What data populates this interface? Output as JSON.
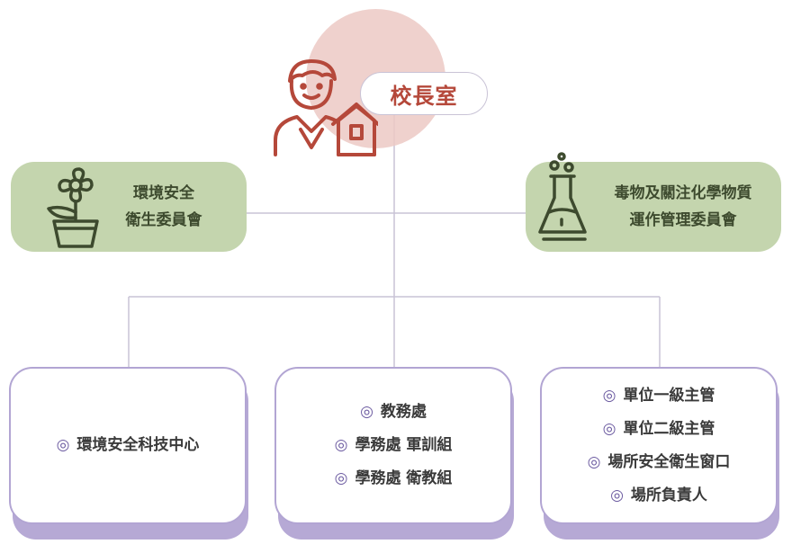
{
  "head": {
    "label": "校長室",
    "icon": "principal-with-school-icon"
  },
  "committees": [
    {
      "label_lines": [
        "環境安全",
        "衛生委員會"
      ],
      "icon": "potted-flower-icon"
    },
    {
      "label_lines": [
        "毒物及關注化學物質",
        "運作管理委員會"
      ],
      "icon": "chemistry-flask-icon"
    }
  ],
  "units": [
    {
      "items": [
        "環境安全科技中心"
      ]
    },
    {
      "items": [
        "教務處",
        "學務處 軍訓組",
        "學務處 衛教組"
      ]
    },
    {
      "items": [
        "單位一級主管",
        "單位二級主管",
        "場所安全衛生窗口",
        "場所負責人"
      ]
    }
  ],
  "bullet_symbol": "◎",
  "colors": {
    "head_text": "#b5483a",
    "pink_circle": "#ecc9c4",
    "green_box": "#c4d5ae",
    "green_text": "#3d4a2e",
    "card_border": "#b2a5d3",
    "card_shadow": "#b6a9d5",
    "connector": "#c9c3d6"
  }
}
